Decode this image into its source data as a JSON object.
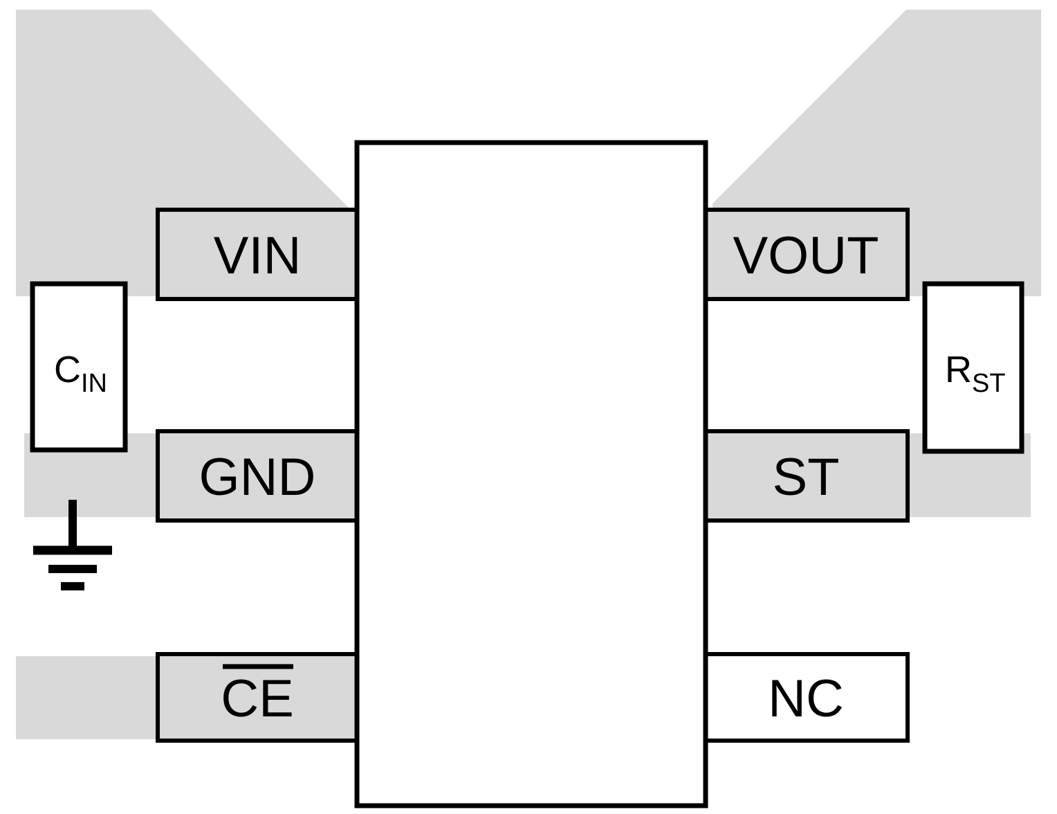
{
  "diagram": {
    "type": "typical-application-circuit",
    "component": "voltage-regulator-ic",
    "colors": {
      "copper_pour": "#D9D9D9",
      "pad_fill": "#D9D9D9",
      "pad_fill_unconnected": "#FFFFFF",
      "ic_body_fill": "#FFFFFF",
      "stroke": "#000000",
      "text": "#000000"
    }
  },
  "ic": {
    "body_name": "ic-body",
    "fill": "#FFFFFF"
  },
  "pins": {
    "left": [
      {
        "id": "vin",
        "label": "VIN",
        "side": "left",
        "connected": true,
        "overline": false
      },
      {
        "id": "gnd",
        "label": "GND",
        "side": "left",
        "connected": true,
        "overline": false
      },
      {
        "id": "ce",
        "label": "CE",
        "side": "left",
        "connected": true,
        "overline": true
      }
    ],
    "right": [
      {
        "id": "vout",
        "label": "VOUT",
        "side": "right",
        "connected": true,
        "overline": false
      },
      {
        "id": "st",
        "label": "ST",
        "side": "right",
        "connected": true,
        "overline": false
      },
      {
        "id": "nc",
        "label": "NC",
        "side": "right",
        "connected": false,
        "overline": false
      }
    ]
  },
  "components": [
    {
      "id": "cin",
      "designator": "C",
      "subscript": "IN",
      "type": "capacitor",
      "side": "left",
      "connects": [
        "vin",
        "gnd"
      ]
    },
    {
      "id": "rst",
      "designator": "R",
      "subscript": "ST",
      "type": "resistor",
      "side": "right",
      "connects": [
        "vout",
        "st"
      ]
    }
  ],
  "symbols": [
    {
      "id": "ground",
      "name": "ground-symbol",
      "attached_to": "gnd"
    }
  ]
}
